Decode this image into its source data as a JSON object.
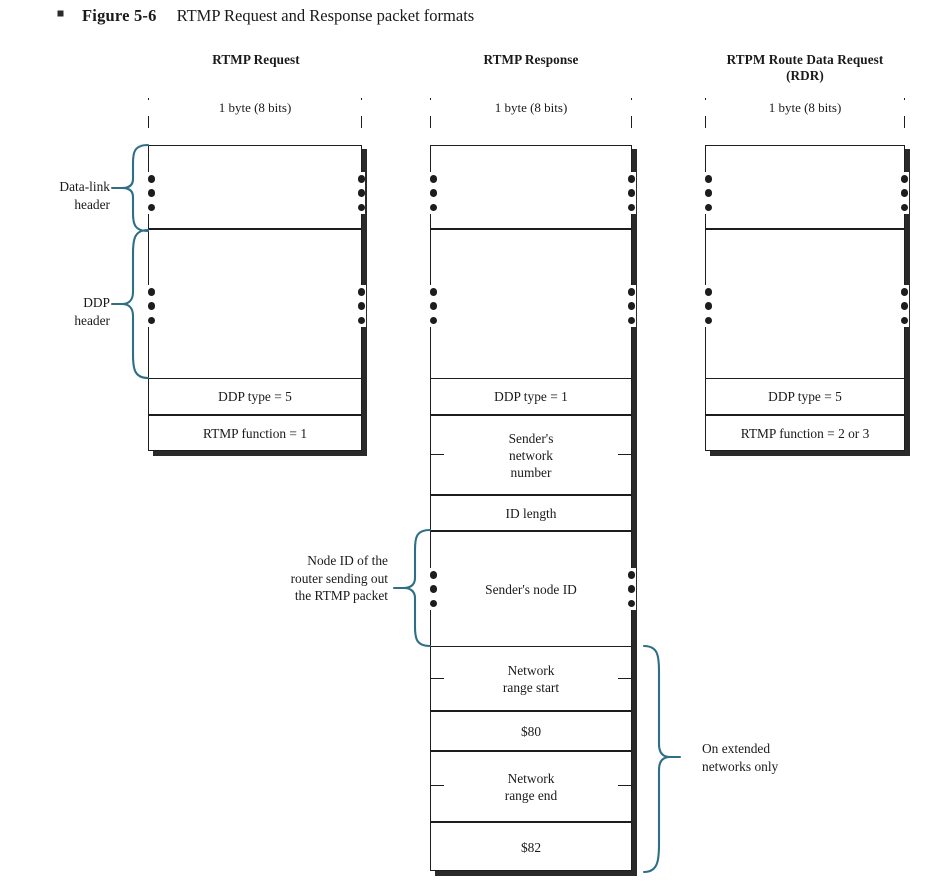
{
  "figure": {
    "bullet_icon": "filled-square-bullet",
    "number": "Figure 5-6",
    "title": "RTMP Request and Response packet formats"
  },
  "colors": {
    "ink": "#1d1d1d",
    "brace": "#2f6f86",
    "shadow": "#2a2a2a",
    "paper": "#ffffff"
  },
  "ruler": {
    "label": "1 byte (8 bits)"
  },
  "columns": [
    {
      "id": "rtmp-request",
      "header": "RTMP Request",
      "header_line2": "",
      "cells": [
        {
          "id": "data-link-header",
          "text": "",
          "dots": true,
          "dashes": false
        },
        {
          "id": "ddp-header",
          "text": "",
          "dots": true,
          "dashes": false
        },
        {
          "id": "ddp-type",
          "text": "DDP type = 5",
          "dots": false,
          "dashes": false
        },
        {
          "id": "rtmp-function",
          "text": "RTMP function = 1",
          "dots": false,
          "dashes": false
        }
      ]
    },
    {
      "id": "rtmp-response",
      "header": "RTMP Response",
      "header_line2": "",
      "cells": [
        {
          "id": "data-link-header",
          "text": "",
          "dots": true,
          "dashes": false
        },
        {
          "id": "ddp-header",
          "text": "",
          "dots": true,
          "dashes": false
        },
        {
          "id": "ddp-type",
          "text": "DDP type = 1",
          "dots": false,
          "dashes": false
        },
        {
          "id": "senders-network-number",
          "text": "Sender's\nnetwork\nnumber",
          "dots": false,
          "dashes": true
        },
        {
          "id": "id-length",
          "text": "ID length",
          "dots": false,
          "dashes": false
        },
        {
          "id": "senders-node-id",
          "text": "Sender's node ID",
          "dots": true,
          "dashes": false
        },
        {
          "id": "network-range-start",
          "text": "Network\nrange start",
          "dots": false,
          "dashes": true
        },
        {
          "id": "hex-80",
          "text": "$80",
          "dots": false,
          "dashes": false
        },
        {
          "id": "network-range-end",
          "text": "Network\nrange end",
          "dots": false,
          "dashes": true
        },
        {
          "id": "hex-82",
          "text": "$82",
          "dots": false,
          "dashes": false
        }
      ]
    },
    {
      "id": "rtpm-route-data-request",
      "header": "RTPM Route Data Request",
      "header_line2": "(RDR)",
      "cells": [
        {
          "id": "data-link-header",
          "text": "",
          "dots": true,
          "dashes": false
        },
        {
          "id": "ddp-header",
          "text": "",
          "dots": true,
          "dashes": false
        },
        {
          "id": "ddp-type",
          "text": "DDP type = 5",
          "dots": false,
          "dashes": false
        },
        {
          "id": "rtmp-function",
          "text": "RTMP function = 2 or 3",
          "dots": false,
          "dashes": false
        }
      ]
    }
  ],
  "annotations": {
    "data_link_header": "Data-link\nheader",
    "data_link_header_line1": "Data-link",
    "data_link_header_line2": "header",
    "ddp_header_line1": "DDP",
    "ddp_header_line2": "header",
    "node_id_line1": "Node ID of the",
    "node_id_line2": "router sending out",
    "node_id_line3": "the RTMP packet",
    "extended_line1": "On extended",
    "extended_line2": "networks only"
  }
}
